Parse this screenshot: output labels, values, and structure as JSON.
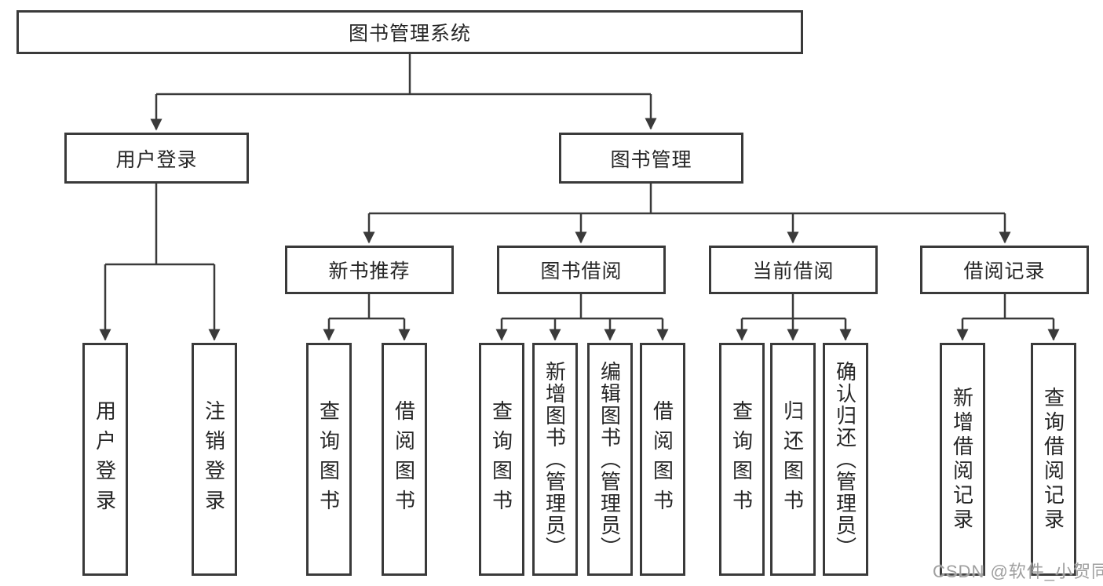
{
  "tree": {
    "label": "图书管理系统",
    "children": [
      {
        "label": "用户登录",
        "children": [
          {
            "label": "用户登录"
          },
          {
            "label": "注销登录"
          }
        ]
      },
      {
        "label": "图书管理",
        "children": [
          {
            "label": "新书推荐",
            "children": [
              {
                "label": "查询图书"
              },
              {
                "label": "借阅图书"
              }
            ]
          },
          {
            "label": "图书借阅",
            "children": [
              {
                "label": "查询图书"
              },
              {
                "label": "新增图书（管理员）"
              },
              {
                "label": "编辑图书（管理员）"
              },
              {
                "label": "借阅图书"
              }
            ]
          },
          {
            "label": "当前借阅",
            "children": [
              {
                "label": "查询图书"
              },
              {
                "label": "归还图书"
              },
              {
                "label": "确认归还（管理员）"
              }
            ]
          },
          {
            "label": "借阅记录",
            "children": [
              {
                "label": "新增借阅记录"
              },
              {
                "label": "查询借阅记录"
              }
            ]
          }
        ]
      }
    ]
  },
  "watermark": "CSDN @软件_小贺同学",
  "colors": {
    "line": "#3a3a3a",
    "text": "#262626",
    "background": "#ffffff",
    "watermark": "#9f9f9f"
  }
}
